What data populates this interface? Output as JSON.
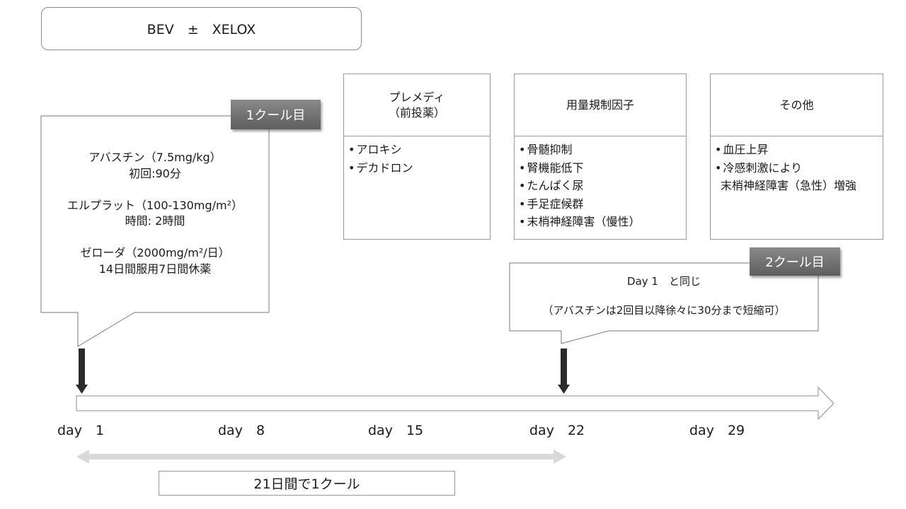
{
  "title": "BEV　±　XELOX",
  "cycle1": {
    "badge": "1クール目",
    "lines": [
      "アバスチン（7.5mg/kg）",
      "初回:90分",
      "",
      "エルプラット（100-130mg/m²）",
      "時間: 2時間",
      "",
      "ゼローダ（2000mg/m²/日）",
      "14日間服用7日間休薬"
    ]
  },
  "panels": [
    {
      "title_lines": [
        "プレメディ",
        "（前投薬）"
      ],
      "items": [
        "アロキシ",
        "デカドロン"
      ]
    },
    {
      "title_lines": [
        "用量規制因子"
      ],
      "items": [
        "骨髄抑制",
        "腎機能低下",
        "たんぱく尿",
        "手足症候群",
        "末梢神経障害（慢性）"
      ]
    },
    {
      "title_lines": [
        "その他"
      ],
      "items": [
        "血圧上昇",
        "冷感刺激により",
        "末梢神経障害（急性）増強"
      ]
    }
  ],
  "cycle2": {
    "badge": "2クール目",
    "line1": "Day 1　と同じ",
    "line2": "（アバスチンは2回目以降徐々に30分まで短縮可）"
  },
  "days": [
    "day　1",
    "day　8",
    "day　15",
    "day　22",
    "day　29"
  ],
  "cycle_note": "21日間で1クール",
  "colors": {
    "border": "#9a9a9a",
    "badge": "#6e6e6e",
    "marker": "#2b2b2b",
    "span_arrow": "#d9d9d9"
  }
}
